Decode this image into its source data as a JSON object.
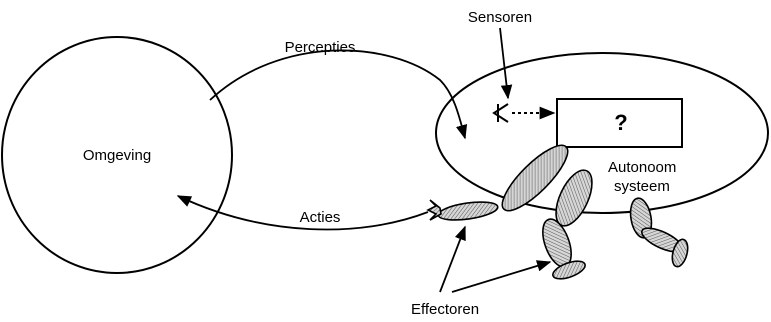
{
  "environment_label": "Omgeving",
  "perceptions_label": "Percepties",
  "actions_label": "Acties",
  "sensors_label": "Sensoren",
  "effectors_label": "Effectoren",
  "question_mark": "?",
  "autonomous_system_label": [
    "Autonoom",
    "systeem"
  ]
}
